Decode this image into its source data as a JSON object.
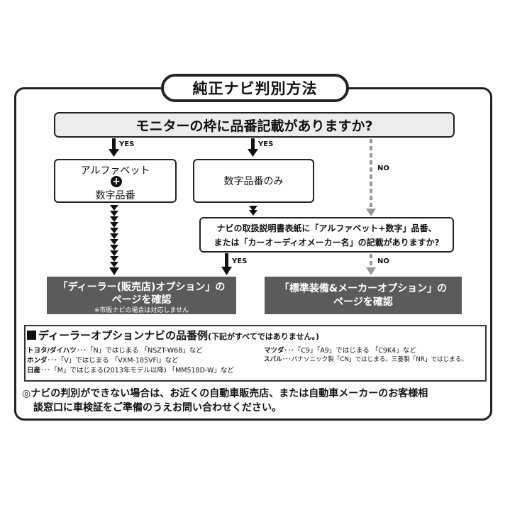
{
  "title": "純正ナビ判別方法",
  "question_top": "モニターの枠に品番記載がありますか?",
  "labels": {
    "yes1": "YES",
    "yes2": "YES",
    "no1": "NO",
    "yes3": "YES",
    "no2": "NO"
  },
  "box_alpha": {
    "line1": "アルファベット",
    "plus": "+",
    "line2": "数字品番"
  },
  "box_numeric": "数字品番のみ",
  "question_manual": {
    "line1": "ナビの取扱説明書表紙に「アルファベット+数字」品番、",
    "line2": "または「カーオーディオメーカー名」の記載がありますか?"
  },
  "result_dealer": {
    "line1": "「ディーラー(販売店)オプション」の",
    "line2": "ページを確認",
    "note": "※市販ナビの場合は対応しません"
  },
  "result_standard": {
    "line1": "「標準装備&メーカーオプション」の",
    "line2": "ページを確認"
  },
  "examples": {
    "heading": "ディーラーオプションナビの品番例",
    "subheading": "(下記がすべてではありません。)",
    "left": [
      {
        "maker": "トヨタ/ダイハツ",
        "text": "･･･「N」ではじまる 「NSZT-W68」など"
      },
      {
        "maker": "ホンダ",
        "text": "･･･「V」ではじまる 「VXM-185VFi」など"
      },
      {
        "maker": "日産",
        "text": "･･･「M」ではじまる(2013年モデル以降) 「MM518D-W」など"
      }
    ],
    "right": [
      {
        "maker": "マツダ",
        "text": "･･･「C9」「A9」ではじまる 「C9K4」など"
      },
      {
        "maker": "スバル",
        "text": "･･･パナソニック製「CN」ではじまる。三菱製「NR」ではじまる。"
      }
    ]
  },
  "footer": {
    "line1": "◎ナビの判別ができない場合は、お近くの自動車販売店、または自動車メーカーのお客様相",
    "line2": "談窓口に車検証をご準備のうえお問い合わせください。"
  },
  "colors": {
    "result_fill": "#5b5b5b",
    "question_fill": "#ececec",
    "no_arrow": "#999999",
    "ink": "#111111"
  }
}
